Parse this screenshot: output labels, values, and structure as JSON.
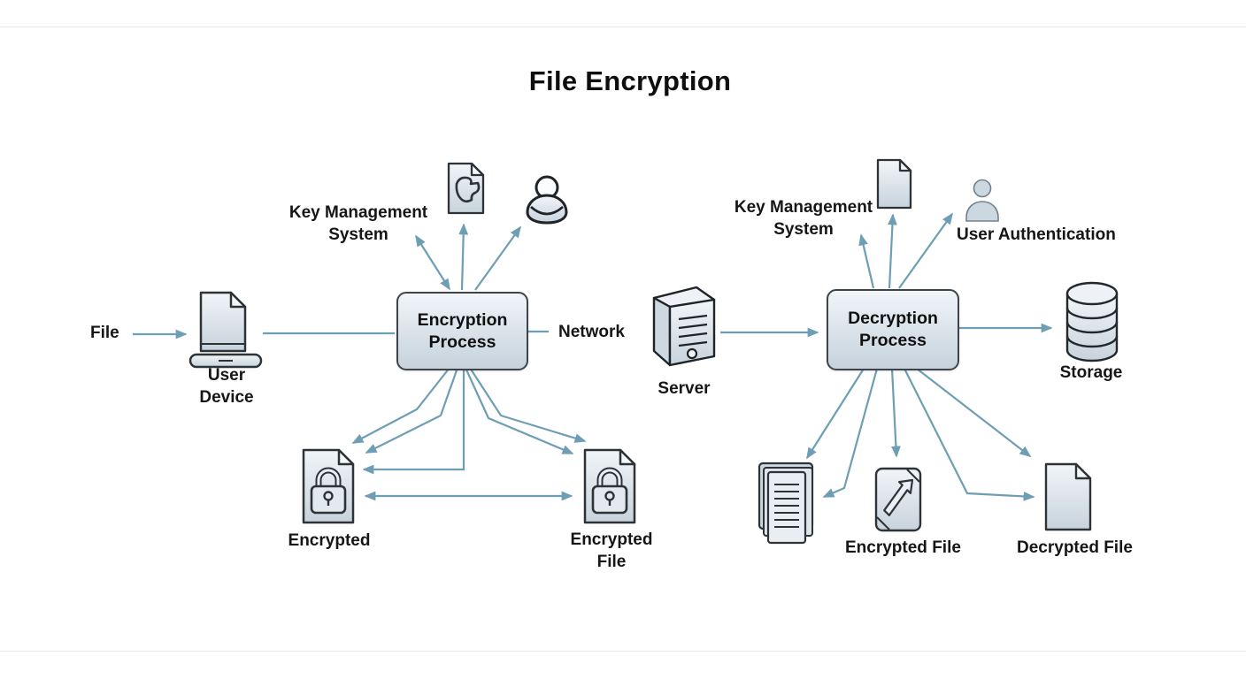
{
  "title": "File Encryption",
  "colors": {
    "background": "#ffffff",
    "arrow": "#6E9EB4",
    "box_border": "#3e4449",
    "box_fill_top": "#f1f5f8",
    "box_fill_bottom": "#c6d2dc",
    "icon_outline": "#2e3337",
    "icon_fill_top": "#f2f5f8",
    "icon_fill_bottom": "#c7d3dc",
    "text": "#141414"
  },
  "left": {
    "file_label": "File",
    "user_device_label": "User Device",
    "kms_label": "Key Management System",
    "process_label": "Encryption Process",
    "network_label": "Network",
    "encrypted_label": "Encrypted",
    "encrypted_file_label": "Encrypted File"
  },
  "right": {
    "server_label": "Server",
    "kms_label": "Key Management System",
    "user_auth_label": "User Authentication",
    "process_label": "Decryption Process",
    "storage_label": "Storage",
    "encrypted_file_label": "Encrypted File",
    "decrypted_file_label": "Decrypted File"
  },
  "icons": {
    "user_device": "document-on-laptop-base",
    "key_document": "document-with-key-blob",
    "user": "person-silhouette",
    "plain_document": "blank-document",
    "user_filled": "person-filled",
    "server": "server-tower-3d",
    "storage": "database-cylinder",
    "locked_file": "document-with-padlock",
    "document_stack": "stacked-documents-with-text",
    "encrypted_file_card": "card-with-diagonal-arrow",
    "decrypted_file": "blank-document"
  }
}
